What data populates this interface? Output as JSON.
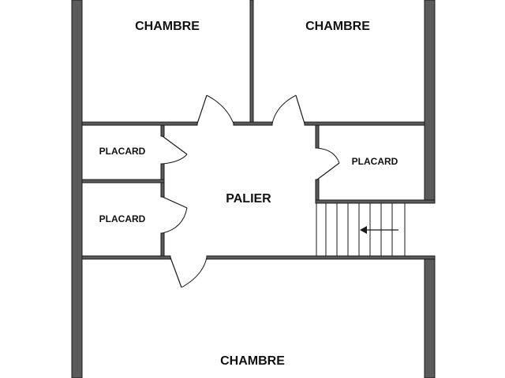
{
  "rooms": {
    "bedroom_top_left": "CHAMBRE",
    "bedroom_top_right": "CHAMBRE",
    "bedroom_bottom": "CHAMBRE",
    "landing": "PALIER",
    "closet_top_left": "PLACARD",
    "closet_bottom_left": "PLACARD",
    "closet_right": "PLACARD"
  },
  "colors": {
    "wall": "#5b5b5b",
    "line": "#1a1a1a",
    "background": "#ffffff"
  },
  "stairs": {
    "direction_icon": "left-arrow-icon"
  }
}
